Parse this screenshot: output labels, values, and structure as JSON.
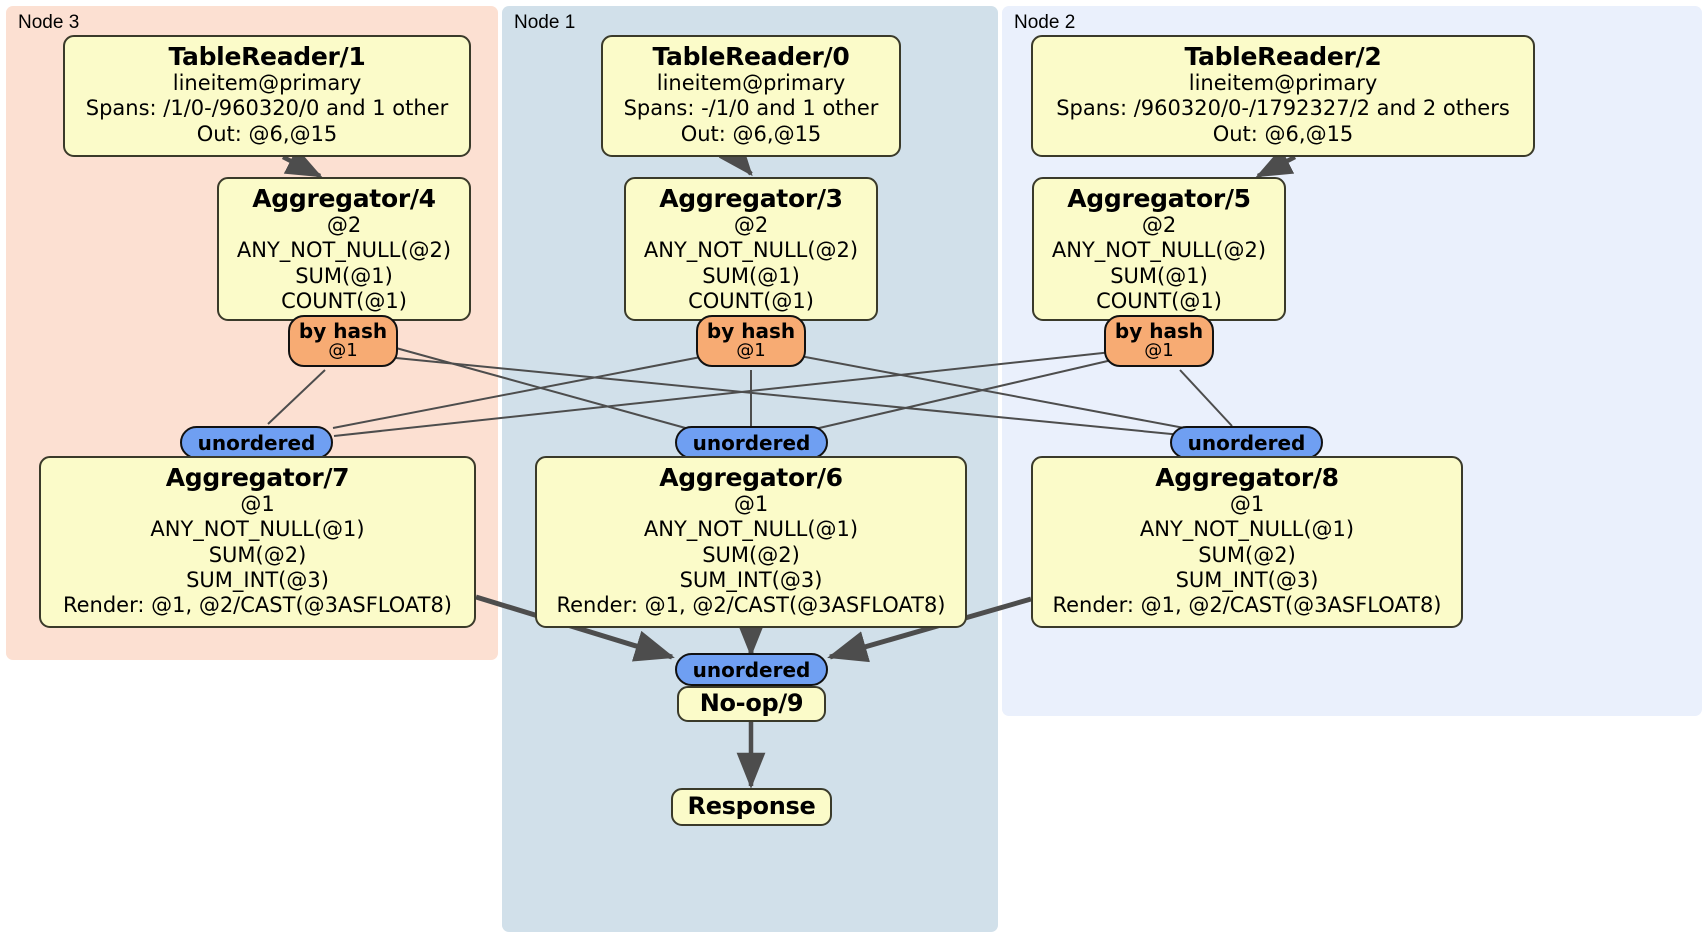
{
  "diagram": {
    "type": "distributed-query-plan",
    "colors": {
      "node3_panel": "#fce0d2",
      "node1_panel": "#d1e0ea",
      "node2_panel": "#eaf0fc",
      "processor_fill": "#fbfbc9",
      "processor_border": "#3a3a2a",
      "hash_router_fill": "#f7ab73",
      "synchronizer_fill": "#6f9ff2",
      "edge_stroke": "#4d4d4d"
    }
  },
  "clusters": [
    {
      "id": "node3",
      "label": "Node 3"
    },
    {
      "id": "node1",
      "label": "Node 1"
    },
    {
      "id": "node2",
      "label": "Node 2"
    }
  ],
  "processors": {
    "tablereader1": {
      "title": "TableReader/1",
      "lines": [
        "lineitem@primary",
        "Spans: /1/0-/960320/0 and 1 other",
        "Out: @6,@15"
      ]
    },
    "tablereader0": {
      "title": "TableReader/0",
      "lines": [
        "lineitem@primary",
        "Spans: -/1/0 and 1 other",
        "Out: @6,@15"
      ]
    },
    "tablereader2": {
      "title": "TableReader/2",
      "lines": [
        "lineitem@primary",
        "Spans: /960320/0-/1792327/2 and 2 others",
        "Out: @6,@15"
      ]
    },
    "aggregator4": {
      "title": "Aggregator/4",
      "lines": [
        "@2",
        "ANY_NOT_NULL(@2)",
        "SUM(@1)",
        "COUNT(@1)"
      ]
    },
    "aggregator3": {
      "title": "Aggregator/3",
      "lines": [
        "@2",
        "ANY_NOT_NULL(@2)",
        "SUM(@1)",
        "COUNT(@1)"
      ]
    },
    "aggregator5": {
      "title": "Aggregator/5",
      "lines": [
        "@2",
        "ANY_NOT_NULL(@2)",
        "SUM(@1)",
        "COUNT(@1)"
      ]
    },
    "aggregator7": {
      "title": "Aggregator/7",
      "lines": [
        "@1",
        "ANY_NOT_NULL(@1)",
        "SUM(@2)",
        "SUM_INT(@3)",
        "Render: @1, @2/CAST(@3ASFLOAT8)"
      ]
    },
    "aggregator6": {
      "title": "Aggregator/6",
      "lines": [
        "@1",
        "ANY_NOT_NULL(@1)",
        "SUM(@2)",
        "SUM_INT(@3)",
        "Render: @1, @2/CAST(@3ASFLOAT8)"
      ]
    },
    "aggregator8": {
      "title": "Aggregator/8",
      "lines": [
        "@1",
        "ANY_NOT_NULL(@1)",
        "SUM(@2)",
        "SUM_INT(@3)",
        "Render: @1, @2/CAST(@3ASFLOAT8)"
      ]
    },
    "noop9": {
      "title": "No-op/9",
      "lines": []
    },
    "response": {
      "title": "Response",
      "lines": []
    }
  },
  "routers": {
    "hash_left": {
      "label": "by hash",
      "sub": "@1"
    },
    "hash_center": {
      "label": "by hash",
      "sub": "@1"
    },
    "hash_right": {
      "label": "by hash",
      "sub": "@1"
    }
  },
  "synchronizers": {
    "sync_left": {
      "label": "unordered"
    },
    "sync_center": {
      "label": "unordered"
    },
    "sync_right": {
      "label": "unordered"
    },
    "sync_final": {
      "label": "unordered"
    }
  }
}
